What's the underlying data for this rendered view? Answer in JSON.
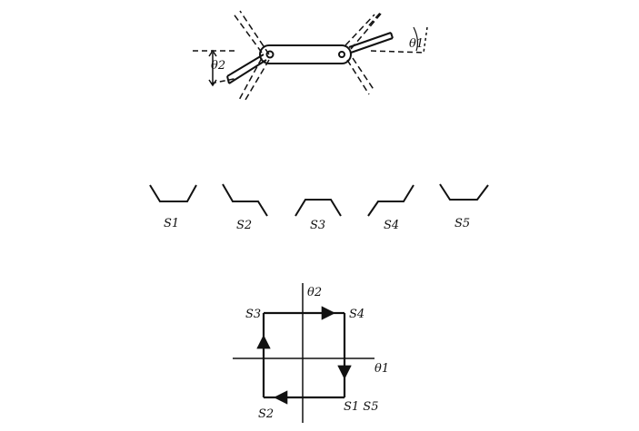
{
  "swimmer": {
    "theta1_label": "θ1",
    "theta2_label": "θ2"
  },
  "shapes": [
    {
      "label": "S1"
    },
    {
      "label": "S2"
    },
    {
      "label": "S3"
    },
    {
      "label": "S4"
    },
    {
      "label": "S5"
    }
  ],
  "shape_space": {
    "theta2_axis_label": "θ2",
    "theta1_axis_label": "θ1",
    "corner_top_left": "S3",
    "corner_top_right": "S4",
    "corner_bottom_left": "S2",
    "corner_bottom_right": "S1 S5"
  }
}
